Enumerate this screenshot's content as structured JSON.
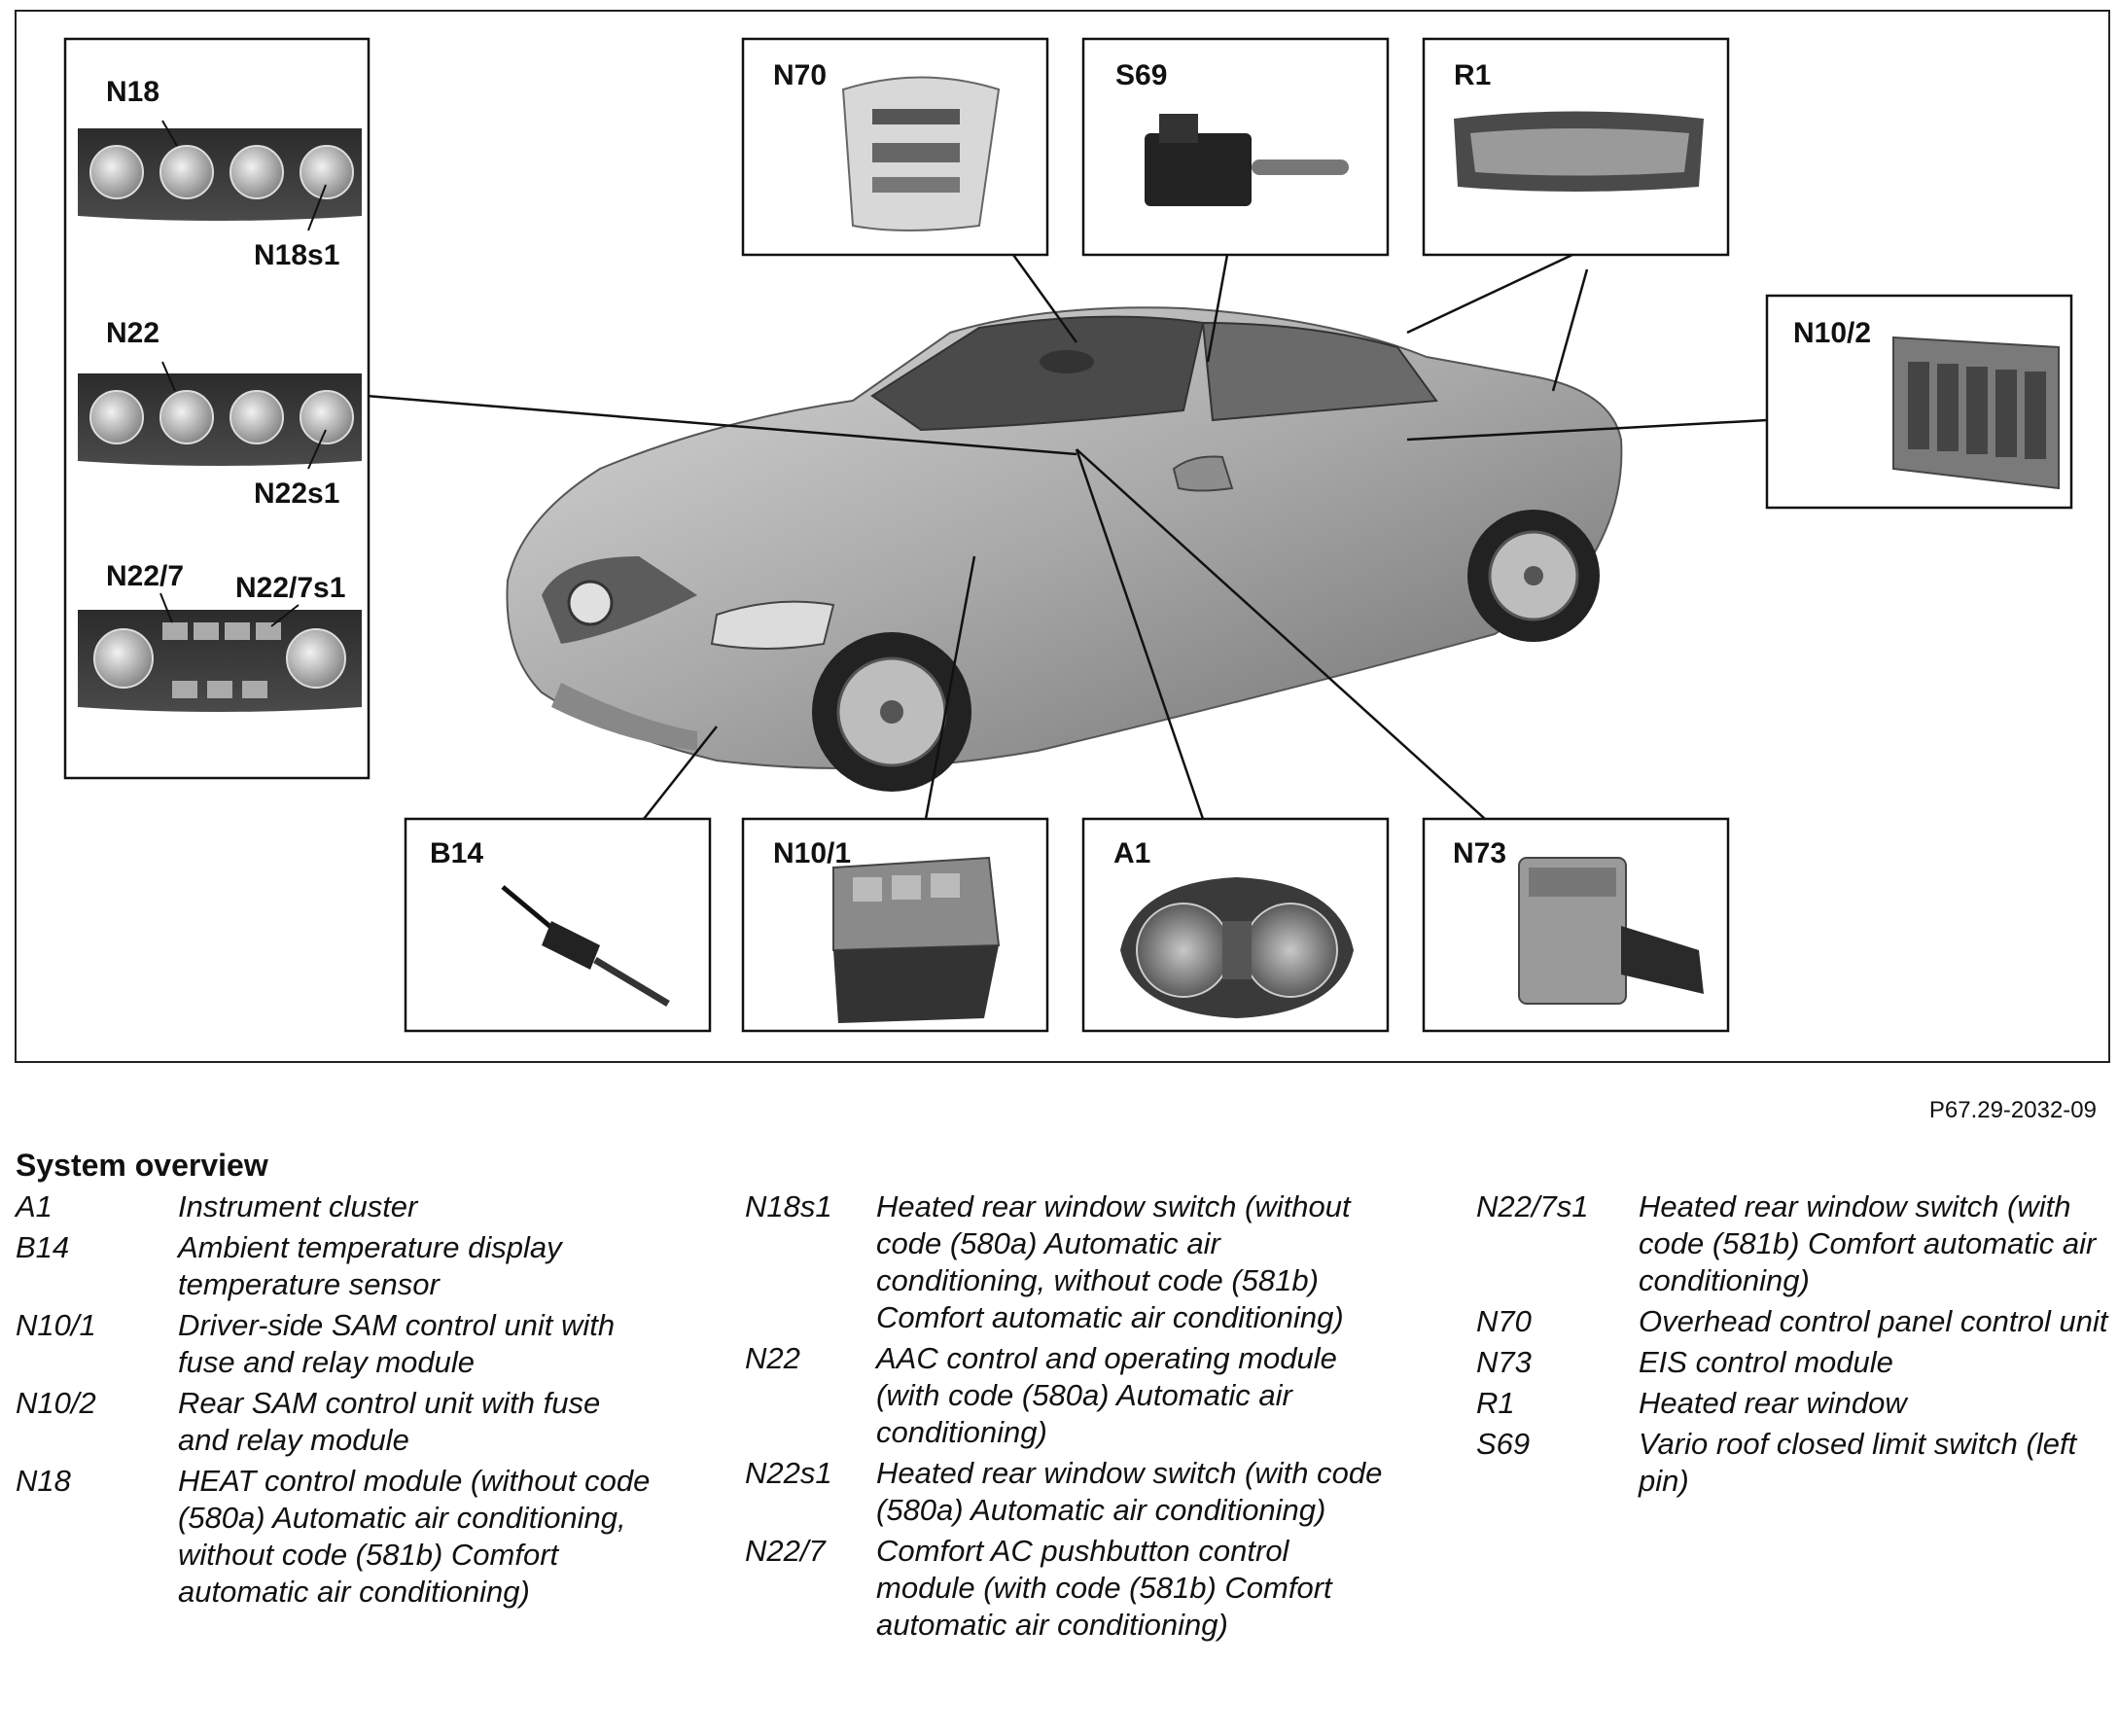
{
  "figure": {
    "reference": "P67.29-2032-09",
    "labels": {
      "n18": "N18",
      "n18s1": "N18s1",
      "n22": "N22",
      "n22s1": "N22s1",
      "n22_7": "N22/7",
      "n22_7s1": "N22/7s1",
      "n70": "N70",
      "s69": "S69",
      "r1": "R1",
      "n10_2": "N10/2",
      "b14": "B14",
      "n10_1": "N10/1",
      "a1": "A1",
      "n73": "N73"
    }
  },
  "overview": {
    "title": "System overview",
    "columns": [
      [
        {
          "code": "A1",
          "desc": "Instrument cluster"
        },
        {
          "code": "B14",
          "desc": "Ambient temperature display temperature sensor"
        },
        {
          "code": "N10/1",
          "desc": "Driver-side SAM control unit with fuse and relay module"
        },
        {
          "code": "N10/2",
          "desc": "Rear SAM control unit with fuse and relay module"
        },
        {
          "code": "N18",
          "desc": "HEAT control module (without code (580a) Automatic air conditioning, without code (581b) Comfort automatic air conditioning)"
        }
      ],
      [
        {
          "code": "N18s1",
          "desc": "Heated rear window switch (without code (580a) Automatic air conditioning, without code (581b) Comfort automatic air conditioning)"
        },
        {
          "code": "N22",
          "desc": "AAC control and operating module (with code (580a) Automatic air conditioning)"
        },
        {
          "code": "N22s1",
          "desc": "Heated rear window switch (with code (580a) Automatic air conditioning)"
        },
        {
          "code": "N22/7",
          "desc": "Comfort AC pushbutton control module (with code (581b) Comfort automatic air conditioning)"
        }
      ],
      [
        {
          "code": "N22/7s1",
          "desc": "Heated rear window switch (with code (581b) Comfort automatic air conditioning)"
        },
        {
          "code": "N70",
          "desc": "Overhead control panel control unit"
        },
        {
          "code": "N73",
          "desc": "EIS control module"
        },
        {
          "code": "R1",
          "desc": "Heated rear window"
        },
        {
          "code": "S69",
          "desc": "Vario roof closed limit switch (left pin)"
        }
      ]
    ]
  }
}
